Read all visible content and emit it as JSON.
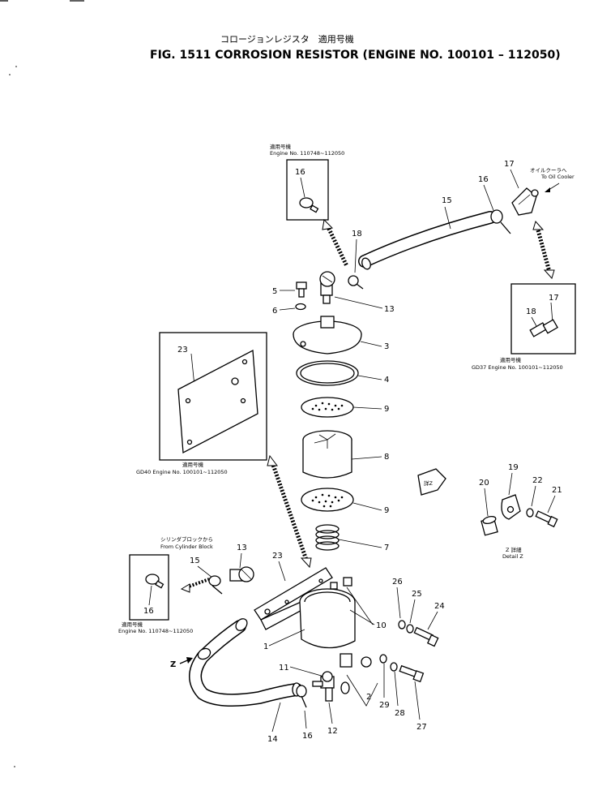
{
  "header": {
    "title_jp": "コロージョンレジスタ　適用号機",
    "title_en": "FIG. 1511 CORROSION RESISTOR (ENGINE NO. 100101 – 112050)"
  },
  "notes": {
    "top_box_jp": "適用号機",
    "top_box_en": "Engine No. 110748~112050",
    "right_box_jp": "適用号機",
    "right_box_en": "GD37 Engine No. 100101~112050",
    "left_box_jp": "適用号機",
    "left_box_en": "GD40 Engine No. 100101~112050",
    "bottom_box_jp": "適用号機",
    "bottom_box_en": "Engine No. 110748~112050",
    "oil_cooler_jp": "オイルクーラへ",
    "oil_cooler_en": "To Oil Cooler",
    "cyl_block_jp": "シリンダブロックから",
    "cyl_block_en": "From Cylinder Block",
    "detail_jp": "Z 詳細",
    "detail_en": "Detail Z",
    "view_arrow": "Z",
    "view_flag": "詳Z"
  },
  "callouts": [
    "1",
    "2",
    "3",
    "4",
    "5",
    "6",
    "7",
    "8",
    "9",
    "9",
    "10",
    "11",
    "12",
    "13",
    "13",
    "14",
    "15",
    "15",
    "16",
    "16",
    "16",
    "16",
    "17",
    "17",
    "18",
    "18",
    "19",
    "20",
    "21",
    "22",
    "23",
    "23",
    "24",
    "25",
    "26",
    "27",
    "28",
    "29"
  ]
}
